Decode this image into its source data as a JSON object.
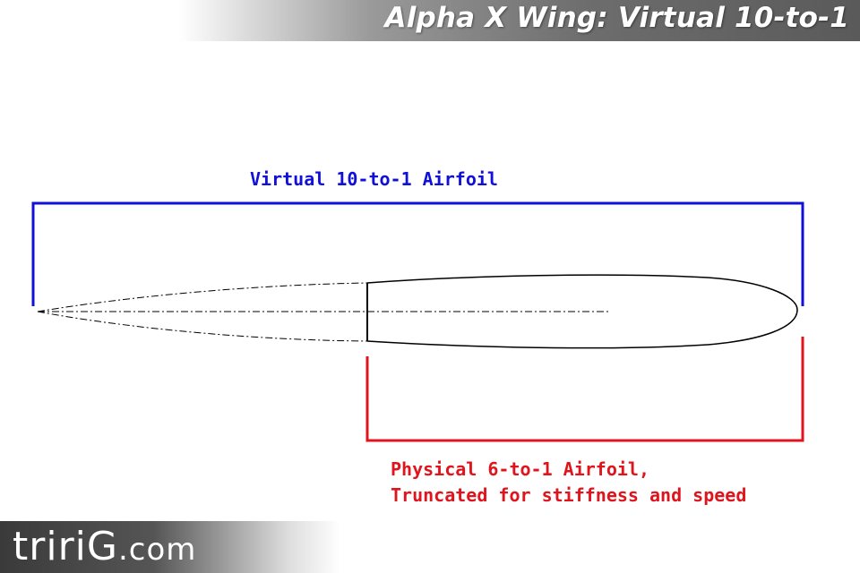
{
  "header": {
    "title": "Alpha X Wing: Virtual 10-to-1"
  },
  "diagram": {
    "virtual_label": "Virtual 10-to-1 Airfoil",
    "physical_label_line1": "Physical 6-to-1 Airfoil,",
    "physical_label_line2": "Truncated for stiffness and speed",
    "colors": {
      "virtual": "#1010d8",
      "physical": "#e0141c",
      "outline": "#000000"
    }
  },
  "footer": {
    "logo_main": "tririG",
    "logo_suffix": ".com"
  }
}
